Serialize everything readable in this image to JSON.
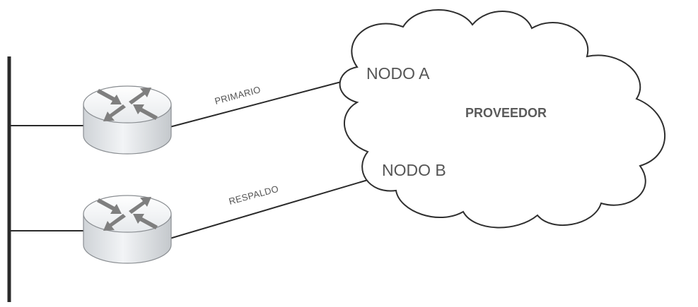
{
  "diagram": {
    "cloud": {
      "label": "PROVEEDOR"
    },
    "nodes": {
      "a": "NODO A",
      "b": "NODO B"
    },
    "links": {
      "primary": "PRIMARIO",
      "backup": "RESPALDO"
    },
    "routers": [
      {
        "name": "router-primary",
        "icon": "router-icon"
      },
      {
        "name": "router-backup",
        "icon": "router-icon"
      }
    ],
    "colors": {
      "line": "#2a2a2a",
      "router_body": "#e9ecef",
      "router_arrows": "#7f7f7f",
      "text": "#555555"
    }
  }
}
